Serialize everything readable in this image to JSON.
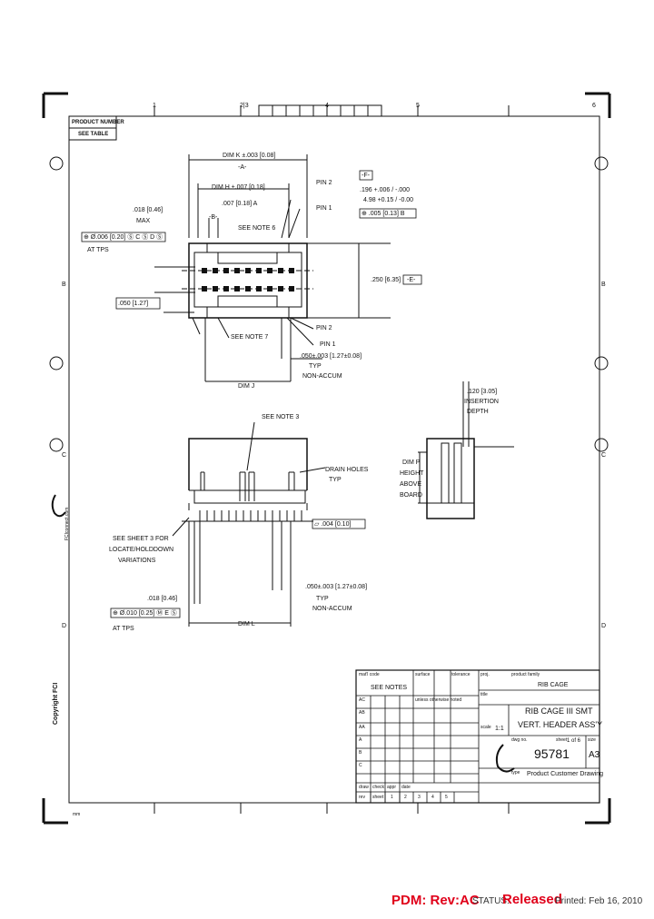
{
  "header": {
    "product_number_label": "PRODUCT NUMBER",
    "see_table_label": "SEE TABLE"
  },
  "zones": {
    "top": [
      "1",
      "2|3",
      "4",
      "5",
      "6"
    ],
    "left": [
      "B",
      "C",
      "D"
    ],
    "right": [
      "B",
      "C",
      "D"
    ]
  },
  "dimensions": {
    "dim_k": "DIM K ±.003 [0.08]",
    "dim_k_datum": "-A-",
    "dim_h": "DIM H ±.007 [0.18]",
    "dim_h_tol": ".007 [0.18] A",
    "datum_b": "-B-",
    "d_018": ".018 [0.46]",
    "max": "MAX",
    "fcf_1": "⊕ Ø.006 [0.20] Ⓢ C Ⓢ D Ⓢ",
    "at_tps": "AT TPS",
    "see_note_6": "SEE NOTE 6",
    "pin_2_top": "PIN 2",
    "pin_1_top": "PIN 1",
    "datum_f": "-F-",
    "tol_plus": ".196 +.006 / -.000",
    "tol_metric": "4.98 +0.15 / -0.00",
    "fcf_2": "⊕ .005 [0.13] B",
    "d_050": ".050 [1.27]",
    "d_250": ".250 [6.35]",
    "datum_e": "-E-",
    "see_note_7": "SEE NOTE 7",
    "pin_2_bottom": "PIN 2",
    "pin_1_bottom": "PIN 1",
    "pitch": ".050±.003 [1.27±0.08]",
    "typ": "TYP",
    "non_accum": "NON-ACCUM",
    "dim_j": "DIM J",
    "d_120": ".120 [3.05]",
    "insertion": "INSERTION",
    "depth": "DEPTH",
    "dim_p_1": "DIM P",
    "dim_p_2": "HEIGHT",
    "dim_p_3": "ABOVE",
    "dim_p_4": "BOARD",
    "see_note_3": "SEE NOTE 3",
    "drain_holes": "DRAIN HOLES",
    "drain_typ": "TYP",
    "see_sheet_3_1": "SEE SHEET 3 FOR",
    "see_sheet_3_2": "LOCATE/HOLDDOWN",
    "see_sheet_3_3": "VARIATIONS",
    "flatness": "▱ .004 [0.10]",
    "pitch2": ".050±.003 [1.27±0.08]",
    "typ2": "TYP",
    "non_accum2": "NON-ACCUM",
    "d_018b": ".018 [0.46]",
    "fcf_3": "⊕ Ø.010 [0.25] Ⓜ E Ⓢ",
    "at_tps2": "AT TPS",
    "dim_l": "DIM L"
  },
  "side_text": {
    "fci_web": "FCIconnect.com",
    "copyright": "Copyright FCI"
  },
  "title_block": {
    "material": "mat'l code",
    "see_notes": "SEE NOTES",
    "surface": "surface",
    "tolerance": "tolerance",
    "proj": "proj.",
    "product_family": "product family",
    "family_value": "RIB CAGE",
    "title_label": "title",
    "title_line1": "RIB CAGE  III SMT",
    "title_line2": "VERT. HEADER ASS'Y",
    "unless": "unless otherwise noted",
    "scale_label": "scale",
    "scale_value": "1:1",
    "dwg_label": "dwg no.",
    "dwg_no": "95781",
    "sheet_label": "sheet",
    "sheet_value": "1 of 6",
    "size_label": "size",
    "size_value": "A3",
    "type_label": "type",
    "type_value": "Product Customer Drawing",
    "col_draw": "draw",
    "col_check": "check",
    "col_appr": "appr",
    "col_date": "date",
    "rev_rows": [
      "AC",
      "AB",
      "AA",
      "A",
      "B",
      "C"
    ],
    "bottom_row_labels": [
      "rev",
      "sheet",
      "1",
      "2",
      "3",
      "4",
      "5"
    ],
    "mm": "mm"
  },
  "footer": {
    "pdm": "PDM: Rev:AC",
    "status": "STATUS:",
    "released": "Released",
    "printed": "Printed: Feb 16, 2010"
  }
}
